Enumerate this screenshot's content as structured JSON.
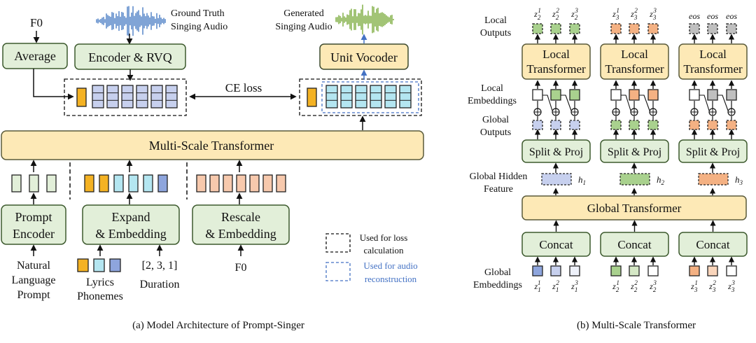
{
  "left": {
    "caption": "(a) Model Architecture of Prompt-Singer",
    "f0_top": "F0",
    "average": "Average",
    "gt_audio": [
      "Ground Truth",
      "Singing Audio"
    ],
    "encoder_rvq": "Encoder & RVQ",
    "gen_audio": [
      "Generated",
      "Singing Audio"
    ],
    "unit_vocoder": "Unit Vocoder",
    "ce_loss": "CE loss",
    "multi_scale": "Multi-Scale Transformer",
    "prompt_encoder": [
      "Prompt",
      "Encoder"
    ],
    "expand_embedding": [
      "Expand",
      "& Embedding"
    ],
    "rescale_embedding": [
      "Rescale",
      "& Embedding"
    ],
    "nl_prompt": [
      "Natural",
      "Language",
      "Prompt"
    ],
    "lyrics": [
      "Lyrics",
      "Phonemes"
    ],
    "duration_values": "[2, 3, 1]",
    "duration": "Duration",
    "f0_bottom": "F0",
    "legend_loss": [
      "Used for loss",
      "calculation"
    ],
    "legend_audio": [
      "Used for audio",
      "reconstruction"
    ],
    "colors": {
      "green_fill": "#e2efd9",
      "green_border": "#3d5a2e",
      "yellow_fill": "#fde9b6",
      "orange": "#f4b223",
      "token_blue": "#c7d0ee",
      "cyan": "#b4e6f1",
      "salmon": "#f7c9ad",
      "blue_accent": "#4472c4",
      "wave_blue": "#4a7dc4",
      "wave_green": "#7aab3c"
    }
  },
  "right": {
    "caption": "(b) Multi-Scale Transformer",
    "local_outputs": [
      "Local",
      "Outputs"
    ],
    "local_embeddings": [
      "Local",
      "Embeddings"
    ],
    "global_outputs": [
      "Global",
      "Outputs"
    ],
    "global_hidden": [
      "Global Hidden",
      "Feature"
    ],
    "global_embeddings": [
      "Global",
      "Embeddings"
    ],
    "local_transformer": [
      "Local",
      "Transformer"
    ],
    "split_proj": "Split & Proj",
    "global_transformer": "Global Transformer",
    "concat": "Concat",
    "eos": "eos",
    "groups": [
      {
        "local_out": [
          "z",
          "z",
          "z"
        ],
        "local_out_sup": [
          "1",
          "2",
          "3"
        ],
        "local_out_sub": [
          "2",
          "2",
          "2"
        ],
        "hidden": "h",
        "hidden_sub": "1",
        "emb_sub": [
          "1",
          "1",
          "1"
        ],
        "emb_sup": [
          "1",
          "2",
          "3"
        ],
        "color": "#c7d0ee",
        "local_color": "#a9d18e"
      },
      {
        "local_out": [
          "z",
          "z",
          "z"
        ],
        "local_out_sup": [
          "1",
          "2",
          "3"
        ],
        "local_out_sub": [
          "3",
          "3",
          "3"
        ],
        "hidden": "h",
        "hidden_sub": "2",
        "emb_sub": [
          "2",
          "2",
          "2"
        ],
        "emb_sup": [
          "1",
          "2",
          "3"
        ],
        "color": "#a9d18e",
        "local_color": "#f4b183"
      },
      {
        "local_out": [
          "eos",
          "eos",
          "eos"
        ],
        "hidden": "h",
        "hidden_sub": "3",
        "emb_sub": [
          "3",
          "3",
          "3"
        ],
        "emb_sup": [
          "1",
          "2",
          "3"
        ],
        "color": "#f4b183",
        "local_color": "#bfbfbf"
      }
    ]
  }
}
